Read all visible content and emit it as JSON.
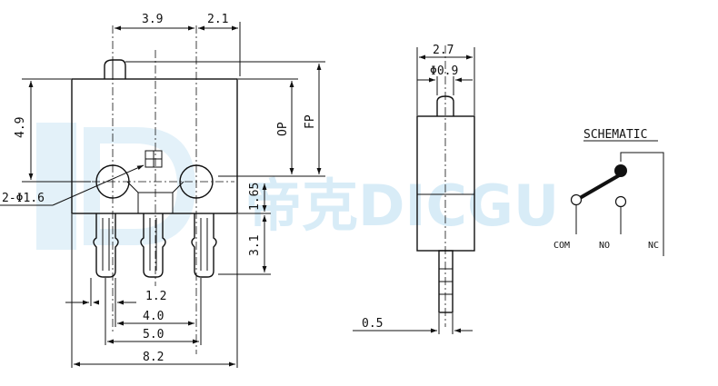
{
  "front_view": {
    "dim_top_left": "3.9",
    "dim_top_right": "2.1",
    "dim_height": "4.9",
    "dim_op": "OP",
    "dim_fp": "FP",
    "dim_hole": "2-Φ1.6",
    "dim_pin_offset": "1.65",
    "dim_pin_length": "3.1",
    "dim_pin_width": "1.2",
    "dim_pitch": "4.0",
    "dim_hole_pitch": "5.0",
    "dim_body_width": "8.2"
  },
  "side_view": {
    "dim_width": "2.7",
    "dim_actuator": "Φ0.9",
    "dim_pin_thickness": "0.5"
  },
  "schematic": {
    "title": "SCHEMATIC",
    "com_label": "COM",
    "no_label": "NO",
    "nc_label": "NC"
  },
  "watermark": {
    "text": "帝克DICGU"
  }
}
